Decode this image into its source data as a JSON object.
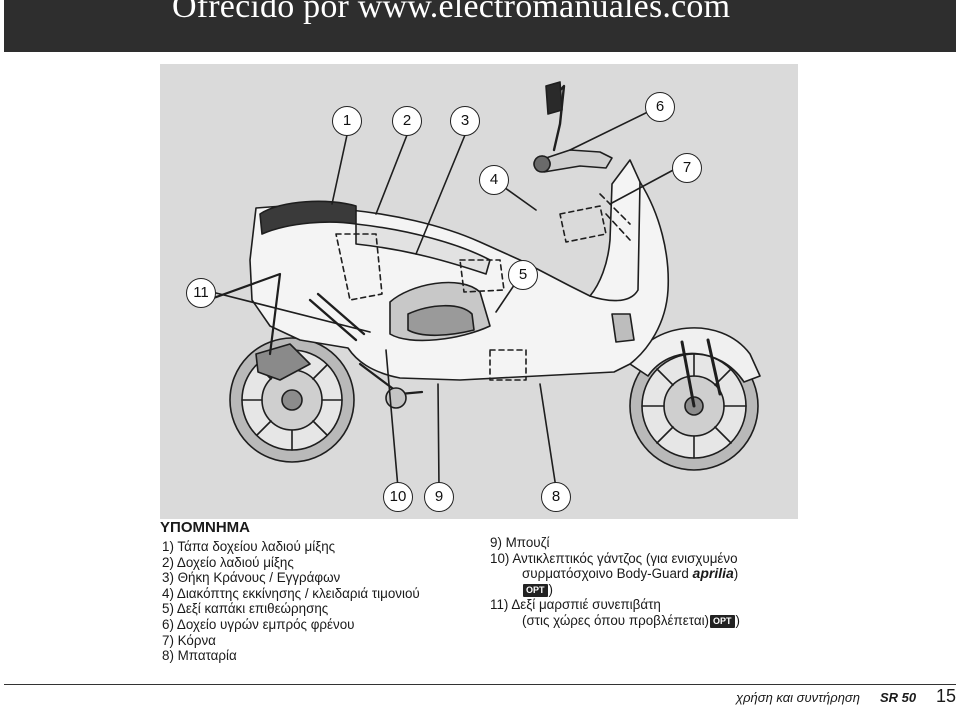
{
  "header": {
    "watermark": "Ofrecido por www.electromanuales.com"
  },
  "figure": {
    "callouts": [
      "1",
      "2",
      "3",
      "4",
      "5",
      "6",
      "7",
      "8",
      "9",
      "10",
      "11"
    ]
  },
  "legend": {
    "title": "ΥΠΟΜΝΗΜΑ",
    "items": [
      "1)  Τάπα δοχείου λαδιού μίξης",
      "2)  Δοχείο λαδιού μίξης",
      "3)  Θήκη Κράνους / Εγγράφων",
      "4)  Διακόπτης εκκίνησης / κλειδαριά τιμονιού",
      "5)  Δεξί καπάκι επιθεώρησης",
      "6)  Δοχείο υγρών εμπρός φρένου",
      "7)  Κόρνα",
      "8)  Μπαταρία",
      "9)  Μπουζί"
    ],
    "item10": {
      "line1": "10) Αντικλεπτικός γάντζος (για ενισχυμένο",
      "line2_prefix": "συρματόσχοινο  Body-Guard ",
      "brand": "aprilia",
      "line2_suffix": ")",
      "opt_badge": "OPT",
      "line3_suffix": ")"
    },
    "item11": {
      "line1": "11) Δεξί μαρσπιέ συνεπιβάτη",
      "line2_prefix": "(στις χώρες όπου προβλέπεται)",
      "opt_badge": "OPT",
      "line2_suffix": ")"
    }
  },
  "footer": {
    "text": "χρήση και συντήρηση",
    "model": "SR 50",
    "page_number": "15"
  }
}
